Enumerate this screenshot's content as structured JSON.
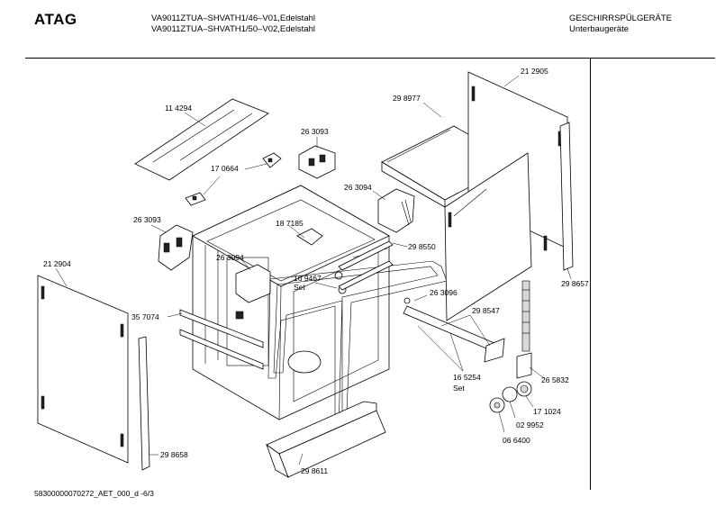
{
  "header": {
    "brand": "ATAG",
    "model_line_1": "VA9011ZTUA–SHVATH1/46–V01,Edelstahl",
    "model_line_2": "VA9011ZTUA–SHVATH1/50–V02,Edelstahl",
    "category_line_1": "GESCHIRRSPÜLGERÄTE",
    "category_line_2": "Unterbaugeräte"
  },
  "parts": {
    "p114294": "11 4294",
    "p263093_top": "26 3093",
    "p170664": "17 0664",
    "p263094_right": "26 3094",
    "p263093_left": "26 3093",
    "p187185": "18 7185",
    "p212905": "21 2905",
    "p298977": "29 8977",
    "p298550": "29 8550",
    "p263094_mid": "26 3094",
    "p169467": "16 9467",
    "p169467_set": "Set",
    "p263096": "26 3096",
    "p298547": "29 8547",
    "p212904": "21 2904",
    "p357074": "35 7074",
    "p165254": "16 5254",
    "p165254_set": "Set",
    "p298657": "29 8657",
    "p265832": "26 5832",
    "p171024": "17 1024",
    "p029952": "02 9952",
    "p066400": "06 6400",
    "p298658": "29 8658",
    "p298611": "29 8611"
  },
  "footer": {
    "code": "58300000070272_AET_000_d  -6/3"
  }
}
